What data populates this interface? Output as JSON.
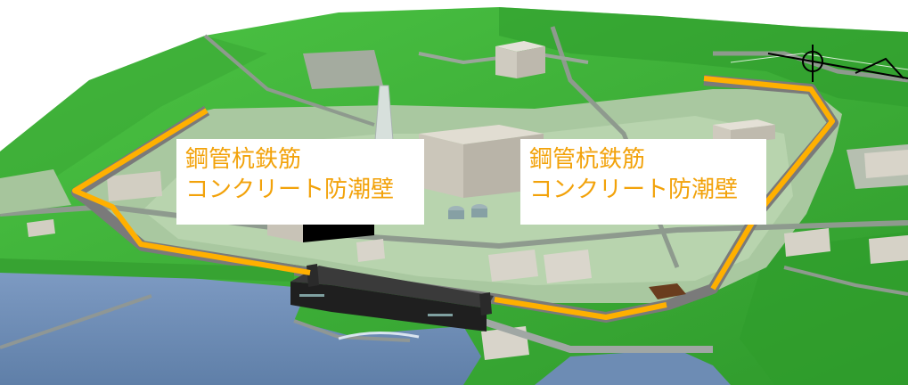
{
  "labels": [
    {
      "line1": "鋼管杭鉄筋",
      "line2": "コンクリート防潮壁"
    },
    {
      "line1": "鋼管杭鉄筋",
      "line2": "コンクリート防潮壁"
    }
  ],
  "colors": {
    "seawall_line": "#ffb000",
    "label_text": "#f2a20a",
    "label_background": "#ffffff",
    "terrain_green": "#3fb13a",
    "sea": "#6f8fb8",
    "wall_gray": "#6d6d6d"
  },
  "icons": [
    "north-arrow-icon"
  ]
}
